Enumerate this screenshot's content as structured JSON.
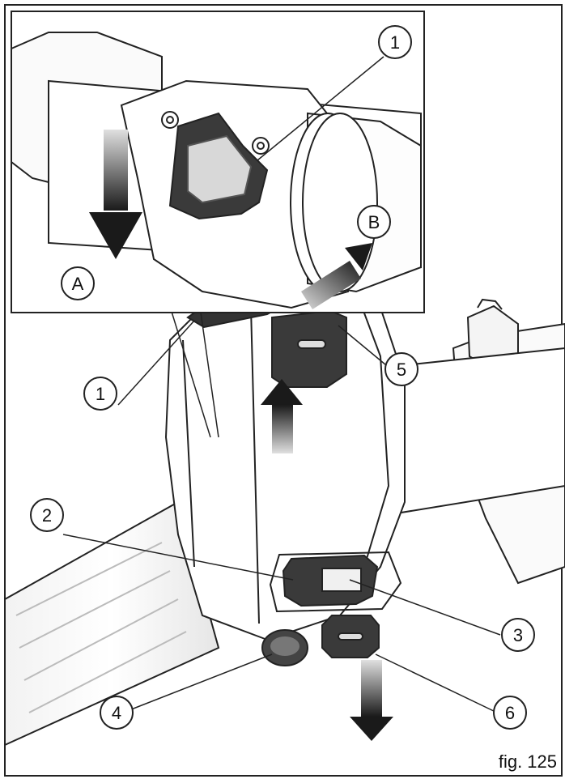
{
  "figure": {
    "caption": "fig. 125",
    "callouts": {
      "inset_1": "1",
      "inset_A": "A",
      "inset_B": "B",
      "main_1": "1",
      "main_2": "2",
      "main_3": "3",
      "main_4": "4",
      "main_5": "5",
      "main_6": "6"
    }
  }
}
